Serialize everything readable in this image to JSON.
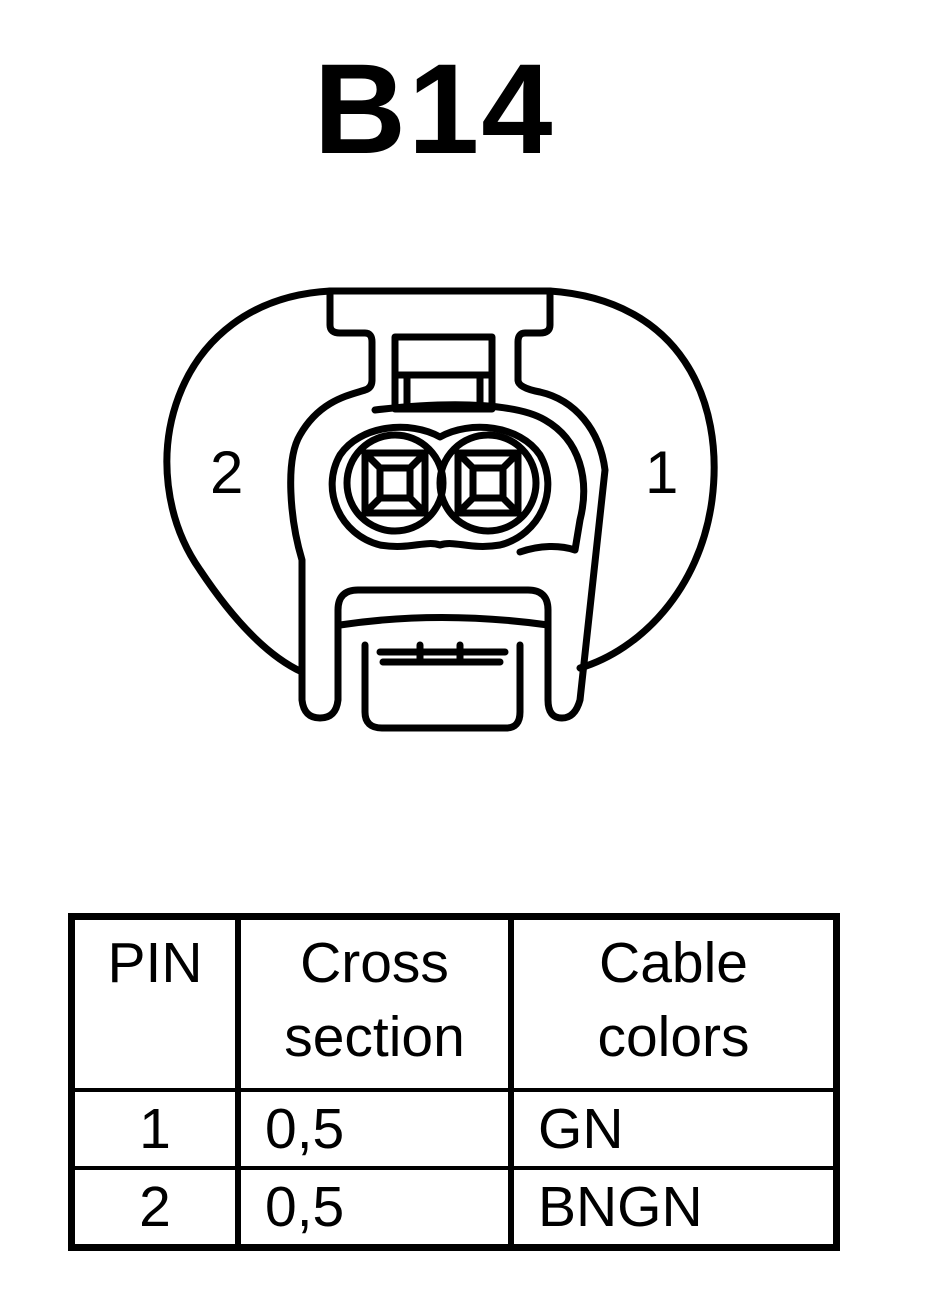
{
  "connector": {
    "title": "B14",
    "pin_labels": {
      "left": "2",
      "right": "1"
    }
  },
  "table": {
    "headers": {
      "pin": "PIN",
      "cross_section": [
        "Cross",
        "section"
      ],
      "cable_colors": [
        "Cable",
        "colors"
      ]
    },
    "rows": [
      {
        "pin": "1",
        "cross_section": "0,5",
        "cable_color": "GN"
      },
      {
        "pin": "2",
        "cross_section": "0,5",
        "cable_color": "BNGN"
      }
    ]
  },
  "colors": {
    "line": "#000000",
    "background": "#ffffff"
  }
}
